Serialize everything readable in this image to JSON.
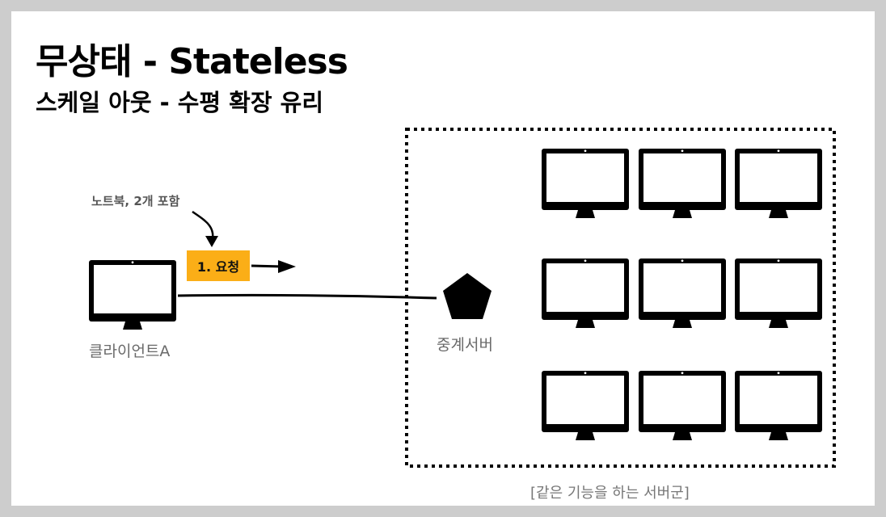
{
  "slide": {
    "title": "무상태 - Stateless",
    "subtitle": "스케일 아웃 - 수평 확장 유리"
  },
  "diagram": {
    "note": "노트북, 2개 포함",
    "request_label": "1. 요청",
    "client_label": "클라이언트A",
    "proxy_label": "중계서버",
    "server_group_label": "[같은 기능을 하는 서버군]",
    "server_count": 9,
    "colors": {
      "request_badge": "#fbae17",
      "ink": "#000000",
      "label_gray": "#6a6a6a"
    }
  }
}
